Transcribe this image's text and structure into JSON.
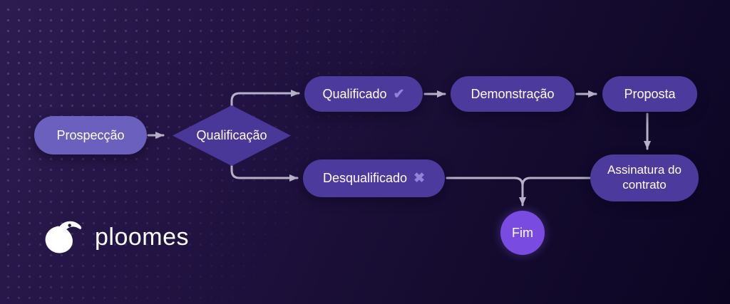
{
  "diagram": {
    "title_hint": "sales-pipeline-flowchart",
    "nodes": {
      "prospeccao": {
        "label": "Prospecção",
        "shape": "pill",
        "role": "start"
      },
      "qualificacao": {
        "label": "Qualificação",
        "shape": "diamond",
        "role": "decision"
      },
      "qualificado": {
        "label": "Qualificado",
        "shape": "pill",
        "icon": "check-icon"
      },
      "demonstracao": {
        "label": "Demonstração",
        "shape": "pill"
      },
      "proposta": {
        "label": "Proposta",
        "shape": "pill"
      },
      "desqualificado": {
        "label": "Desqualificado",
        "shape": "pill",
        "icon": "cross-icon"
      },
      "assinatura": {
        "label": "Assinatura do contrato",
        "shape": "pill"
      },
      "fim": {
        "label": "Fim",
        "shape": "circle",
        "role": "end"
      }
    },
    "edges": [
      {
        "from": "prospeccao",
        "to": "qualificacao"
      },
      {
        "from": "qualificacao",
        "to": "qualificado"
      },
      {
        "from": "qualificacao",
        "to": "desqualificado"
      },
      {
        "from": "qualificado",
        "to": "demonstracao"
      },
      {
        "from": "demonstracao",
        "to": "proposta"
      },
      {
        "from": "proposta",
        "to": "assinatura"
      },
      {
        "from": "desqualificado",
        "to": "fim"
      },
      {
        "from": "assinatura",
        "to": "fim"
      }
    ]
  },
  "icons": {
    "check": "✔",
    "cross": "✖"
  },
  "logo": {
    "text": "ploomes"
  },
  "colors": {
    "background_start": "#2c1c50",
    "background_end": "#0b0522",
    "node_primary": "#4c3a9d",
    "node_start": "#6b60bd",
    "node_decision": "#4a3899",
    "node_end": "#7a4be0",
    "connector": "#b6b1c8",
    "icon_accent": "#9183da",
    "text": "#ffffff"
  }
}
